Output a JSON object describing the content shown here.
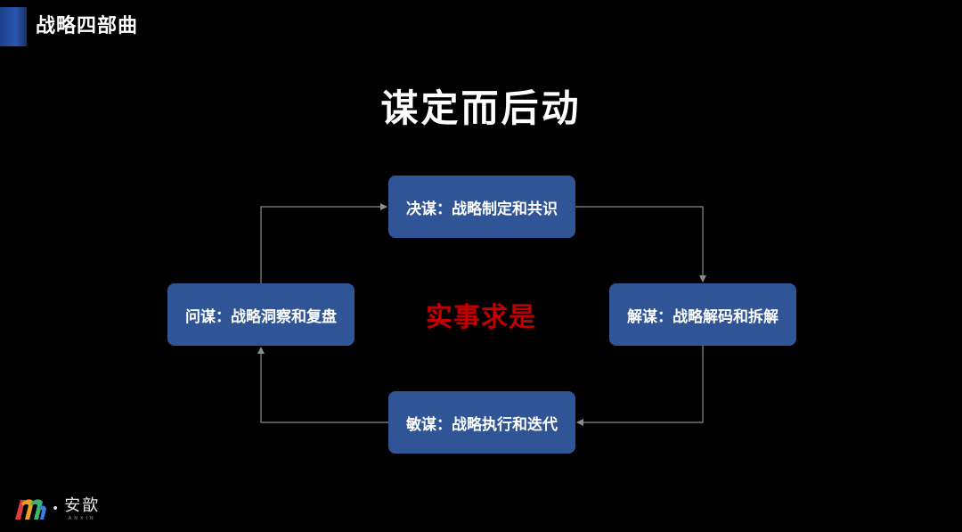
{
  "header": {
    "title": "战略四部曲"
  },
  "slide": {
    "title": "谋定而后动",
    "center_text": "实事求是"
  },
  "diagram": {
    "nodes": {
      "top": "决谋：战略制定和共识",
      "right": "解谋：战略解码和拆解",
      "bottom": "敏谋：战略执行和迭代",
      "left": "问谋：战略洞察和复盘"
    },
    "colors": {
      "node_fill": "#2f5597",
      "center_text": "#c00000",
      "connector": "#8c8c8c"
    }
  },
  "logo": {
    "name": "安歆",
    "sub": "ANXIN",
    "icon": "anxin-logo-icon"
  }
}
